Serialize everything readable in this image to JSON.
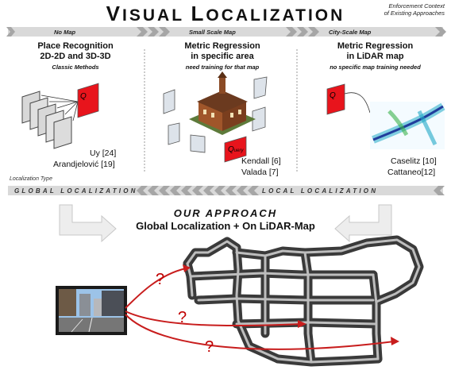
{
  "title": {
    "first_cap": "V",
    "first_rest": "ISUAL",
    "second_cap": "L",
    "second_rest": "OCALIZATION"
  },
  "context_label": {
    "line1": "Enforcement Context",
    "line2": "of Existing Approaches"
  },
  "bands": {
    "no_map": "No Map",
    "small_scale": "Small Scale Map",
    "city_scale": "City-Scale Map"
  },
  "columns": [
    {
      "heading_line1": "Place Recognition",
      "heading_line2": "2D-2D and 3D-3D",
      "subtitle": "Classic Methods",
      "refs": [
        "Uy [24]",
        "Arandjelović [19]"
      ]
    },
    {
      "heading_line1": "Metric Regression",
      "heading_line2": "in specific area",
      "subtitle": "need training for that map",
      "refs": [
        "Kendall [6]",
        "Valada [7]"
      ]
    },
    {
      "heading_line1": "Metric Regression",
      "heading_line2": "in LiDAR map",
      "subtitle": "no specific map training needed",
      "refs": [
        "Caselitz [10]",
        "Cattaneo[12]"
      ]
    }
  ],
  "query_letter": "Q",
  "query_small": "uery",
  "localization_type": "Localization Type",
  "global_localization": "GLOBAL LOCALIZATION",
  "local_localization": "LOCAL LOCALIZATION",
  "approach": {
    "heading": "OUR APPROACH",
    "subheading": "Global Localization + On LiDAR-Map"
  },
  "question_mark": "?",
  "colors": {
    "red": "#c8171e",
    "band": "#d9d9d9",
    "query_red": "#e8141c",
    "arrow": "#c81d1d"
  }
}
